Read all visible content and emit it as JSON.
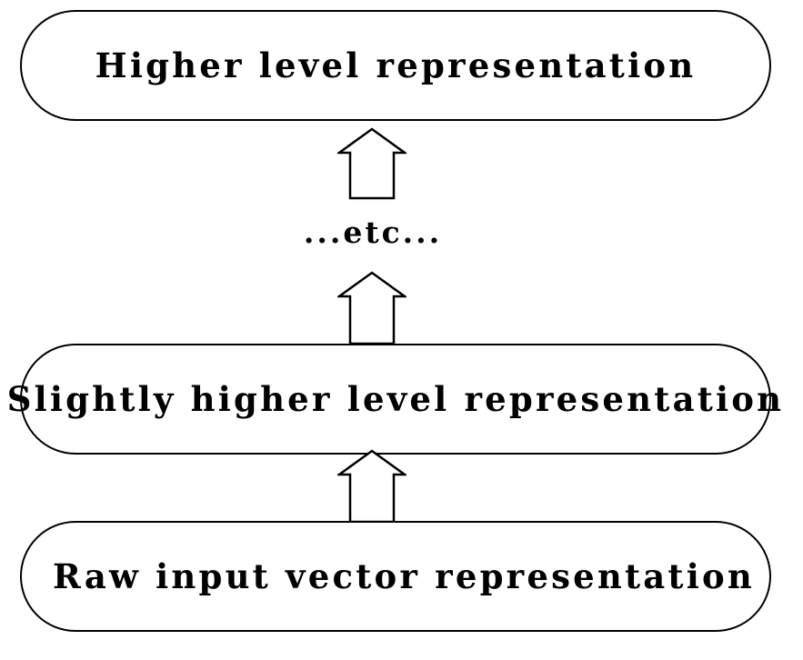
{
  "layers": {
    "top": "Higher level representation",
    "middle": "Slightly higher level representation",
    "bottom": "Raw input vector representation"
  },
  "ellipsis": "...etc...",
  "icons": {
    "arrow": "hollow-up-arrow-icon"
  }
}
